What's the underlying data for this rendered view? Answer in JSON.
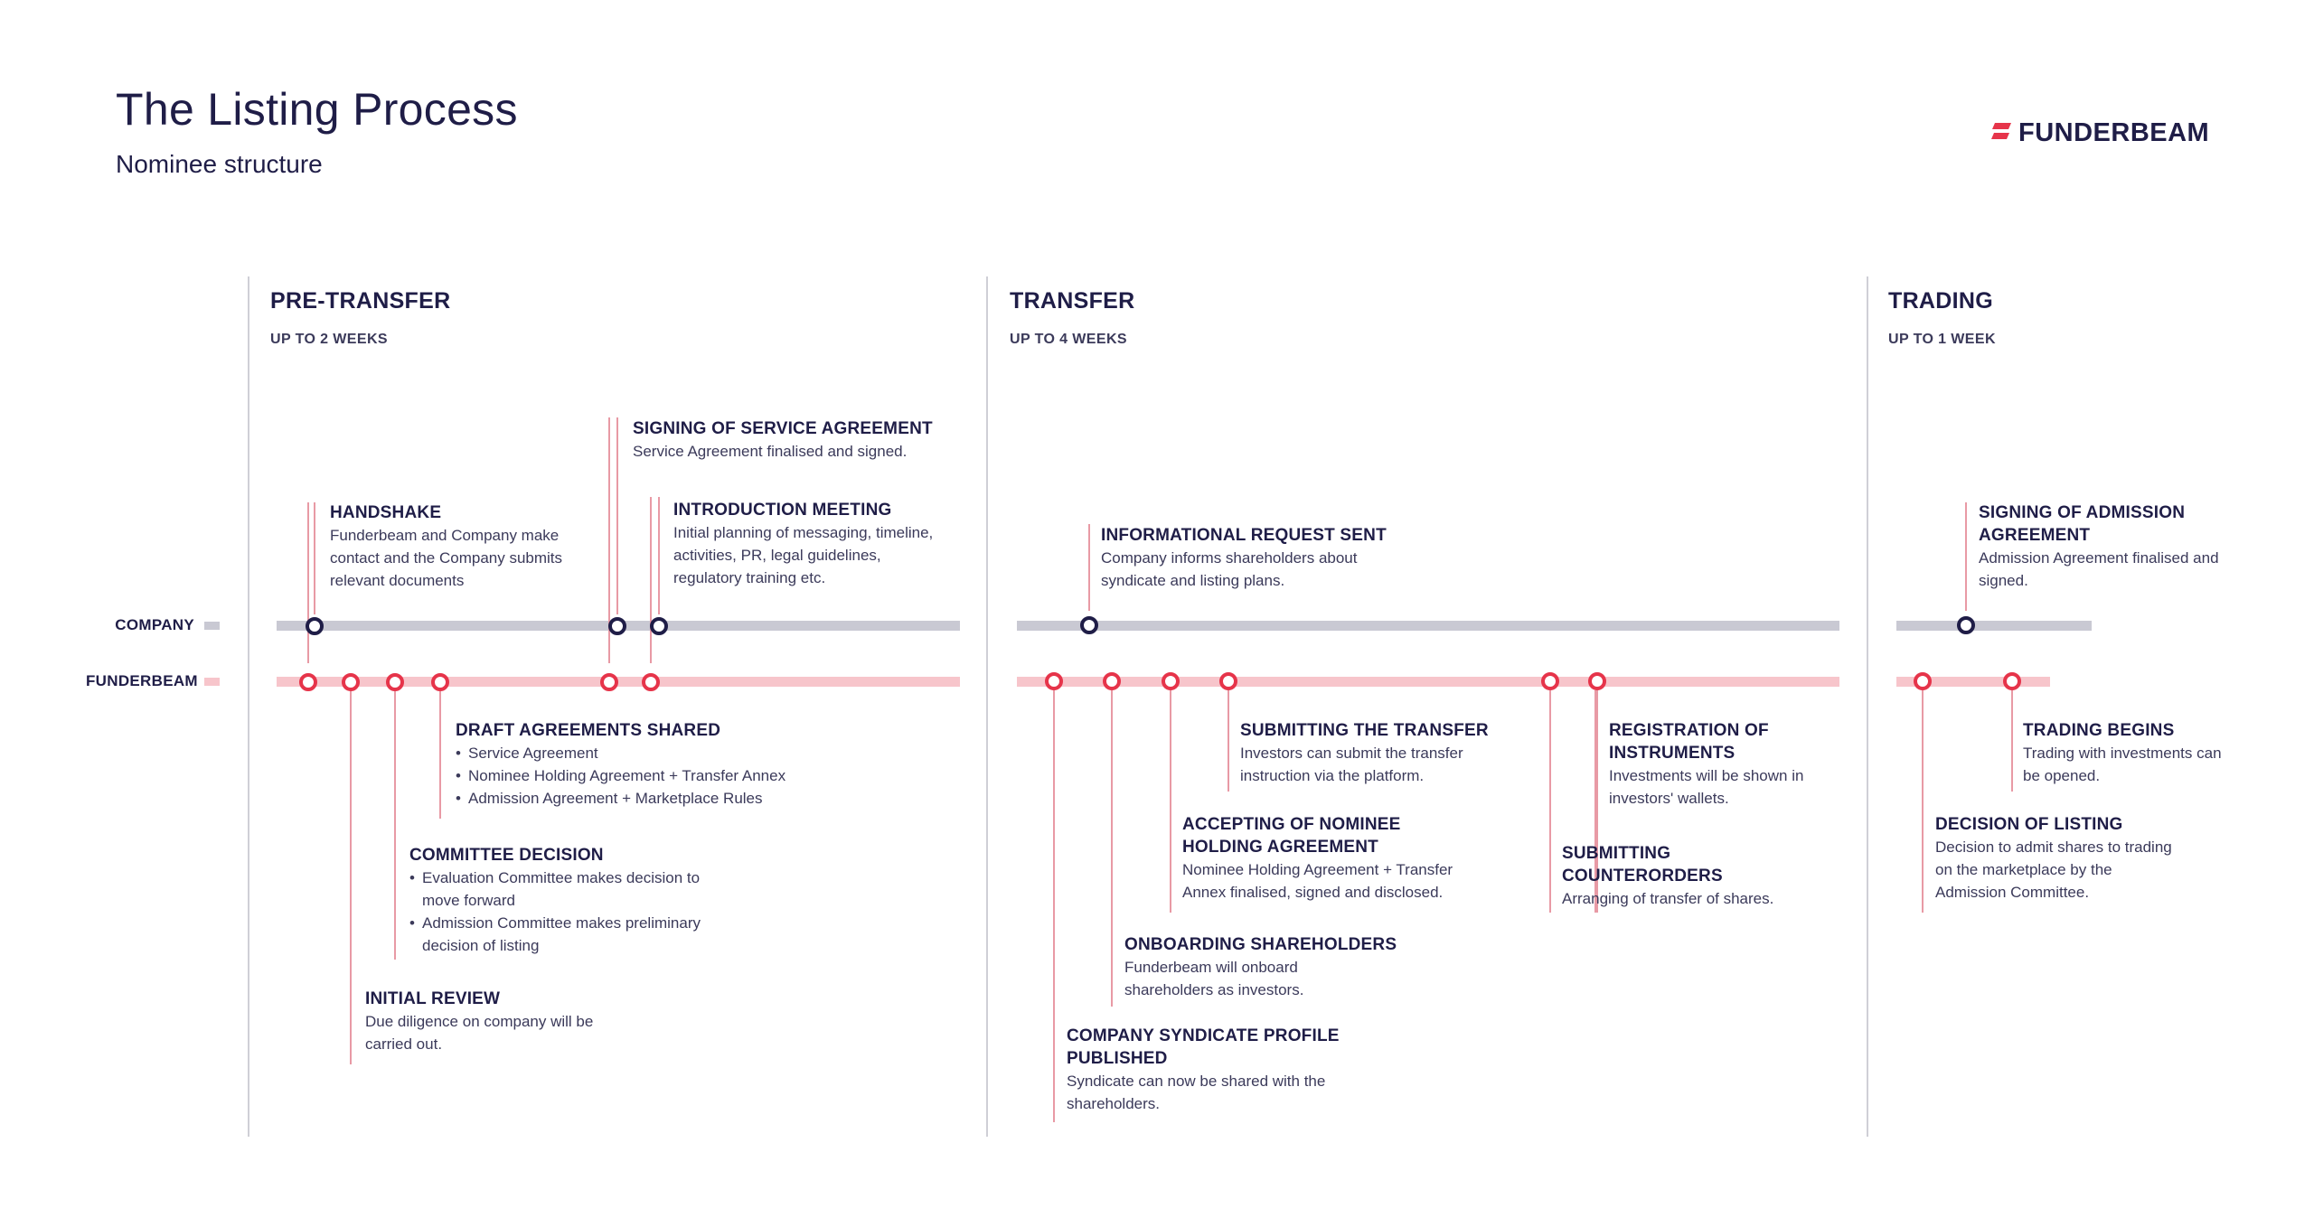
{
  "title": "The Listing Process",
  "subtitle": "Nominee structure",
  "brand": {
    "name": "FUNDERBEAM",
    "logo_icon": "funderbeam-logo-icon",
    "accent": "#e6344a"
  },
  "colors": {
    "company_lane": "#c9c9d3",
    "funderbeam_lane": "#f7c5cb",
    "company_node": "#1f1d47",
    "funderbeam_node": "#e6344a",
    "phase_divider": "#cfcfd6",
    "leader_line": "#e89aa5"
  },
  "lanes": {
    "company": "COMPANY",
    "funderbeam": "FUNDERBEAM"
  },
  "phases": [
    {
      "name": "PRE-TRANSFER",
      "duration": "UP TO 2 WEEKS"
    },
    {
      "name": "TRANSFER",
      "duration": "UP TO 4 WEEKS"
    },
    {
      "name": "TRADING",
      "duration": "UP TO 1 WEEK"
    }
  ],
  "events": {
    "handshake": {
      "title": "HANDSHAKE",
      "desc": "Funderbeam and Company make contact and the Company submits relevant documents"
    },
    "signing_service": {
      "title": "SIGNING OF SERVICE AGREEMENT",
      "desc": "Service Agreement finalised and signed."
    },
    "intro_meeting": {
      "title": "INTRODUCTION MEETING",
      "desc": "Initial planning of messaging, timeline, activities, PR, legal guidelines, regulatory training etc."
    },
    "draft_agreements": {
      "title": "DRAFT AGREEMENTS SHARED",
      "bullets": [
        "Service Agreement",
        "Nominee Holding Agreement + Transfer Annex",
        "Admission Agreement + Marketplace Rules"
      ]
    },
    "committee": {
      "title": "COMMITTEE  DECISION",
      "bullets": [
        "Evaluation Committee makes decision to move forward",
        "Admission Committee makes preliminary decision of listing"
      ]
    },
    "initial_review": {
      "title": "INITIAL REVIEW",
      "desc": "Due diligence on company will be carried out."
    },
    "info_request": {
      "title": "INFORMATIONAL REQUEST SENT",
      "desc": "Company informs shareholders about syndicate and listing plans."
    },
    "submitting_transfer": {
      "title": "SUBMITTING THE TRANSFER",
      "desc": "Investors can submit the transfer instruction via the platform."
    },
    "registration": {
      "title": "REGISTRATION OF INSTRUMENTS",
      "desc": "Investments will be shown in investors' wallets."
    },
    "accepting_nominee": {
      "title": "ACCEPTING OF NOMINEE HOLDING AGREEMENT",
      "desc": "Nominee Holding Agreement + Transfer Annex finalised, signed and disclosed."
    },
    "counterorders": {
      "title": "SUBMITTING COUNTERORDERS",
      "desc": "Arranging of transfer of shares."
    },
    "onboarding": {
      "title": "ONBOARDING SHAREHOLDERS",
      "desc": "Funderbeam will onboard shareholders as investors."
    },
    "syndicate_profile": {
      "title": "COMPANY SYNDICATE PROFILE PUBLISHED",
      "desc": "Syndicate can now be shared with the shareholders."
    },
    "signing_admission": {
      "title": "SIGNING OF ADMISSION AGREEMENT",
      "desc": "Admission Agreement finalised and signed."
    },
    "trading_begins": {
      "title": "TRADING BEGINS",
      "desc": "Trading with investments can be opened."
    },
    "decision_listing": {
      "title": "DECISION OF LISTING",
      "desc": "Decision to admit shares to trading on the marketplace by the Admission Committee."
    }
  }
}
